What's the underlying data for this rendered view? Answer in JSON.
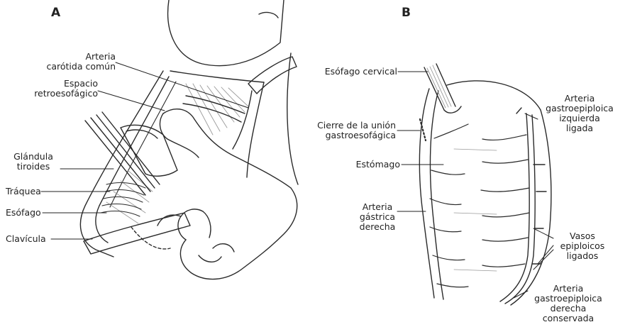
{
  "panels": {
    "a": {
      "letter": "A",
      "labels": {
        "carotid_1": "Arteria",
        "carotid_2": "carótida común",
        "retro_1": "Espacio",
        "retro_2": "retroesofágico",
        "thyroid_1": "Glándula",
        "thyroid_2": "tiroides",
        "trachea": "Tráquea",
        "esophagus": "Esófago",
        "clavicle": "Clavícula"
      }
    },
    "b": {
      "letter": "B",
      "labels": {
        "cervical_esophagus": "Esófago cervical",
        "closure_1": "Cierre de la unión",
        "closure_2": "gastroesofágica",
        "stomach": "Estómago",
        "right_gastric_1": "Arteria",
        "right_gastric_2": "gástrica",
        "right_gastric_3": "derecha",
        "left_ge_1": "Arteria",
        "left_ge_2": "gastroepiploica",
        "left_ge_3": "izquierda",
        "left_ge_4": "ligada",
        "vessels_1": "Vasos",
        "vessels_2": "epiploicos",
        "vessels_3": "ligados",
        "right_ge_1": "Arteria",
        "right_ge_2": "gastroepiploica",
        "right_ge_3": "derecha",
        "right_ge_4": "conservada"
      }
    }
  },
  "colors": {
    "line": "#2a2a2a",
    "shade": "#9a9a9a",
    "background": "#ffffff"
  }
}
